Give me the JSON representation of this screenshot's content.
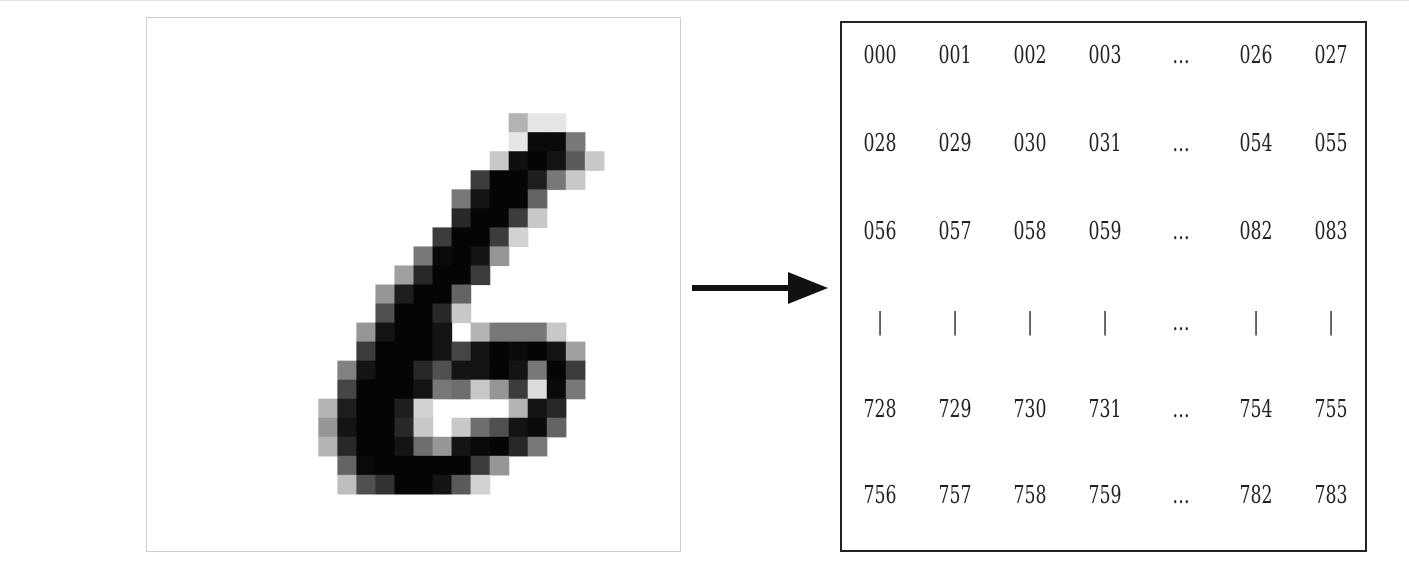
{
  "colors": {
    "background": "#ffffff",
    "ink": "#222222",
    "panel_border": "#cfcfcf"
  },
  "digit_image": {
    "label": "handwritten digit 6",
    "grid_size": 28,
    "pixels": [
      [
        19,
        5,
        179
      ],
      [
        20,
        5,
        230
      ],
      [
        21,
        5,
        230
      ],
      [
        19,
        6,
        230
      ],
      [
        20,
        6,
        10
      ],
      [
        21,
        6,
        10
      ],
      [
        22,
        6,
        120
      ],
      [
        18,
        7,
        200
      ],
      [
        19,
        7,
        15
      ],
      [
        20,
        7,
        5
      ],
      [
        21,
        7,
        20
      ],
      [
        22,
        7,
        90
      ],
      [
        23,
        7,
        200
      ],
      [
        17,
        8,
        60
      ],
      [
        18,
        8,
        5
      ],
      [
        19,
        8,
        5
      ],
      [
        20,
        8,
        30
      ],
      [
        21,
        8,
        120
      ],
      [
        22,
        8,
        200
      ],
      [
        16,
        9,
        120
      ],
      [
        17,
        9,
        20
      ],
      [
        18,
        9,
        5
      ],
      [
        19,
        9,
        5
      ],
      [
        20,
        9,
        100
      ],
      [
        16,
        10,
        40
      ],
      [
        17,
        10,
        5
      ],
      [
        18,
        10,
        5
      ],
      [
        19,
        10,
        60
      ],
      [
        20,
        10,
        200
      ],
      [
        15,
        11,
        60
      ],
      [
        16,
        11,
        5
      ],
      [
        17,
        11,
        5
      ],
      [
        18,
        11,
        60
      ],
      [
        19,
        11,
        210
      ],
      [
        14,
        12,
        120
      ],
      [
        15,
        12,
        10
      ],
      [
        16,
        12,
        5
      ],
      [
        17,
        12,
        20
      ],
      [
        18,
        12,
        150
      ],
      [
        13,
        13,
        160
      ],
      [
        14,
        13,
        40
      ],
      [
        15,
        13,
        5
      ],
      [
        16,
        13,
        5
      ],
      [
        17,
        13,
        60
      ],
      [
        12,
        14,
        150
      ],
      [
        13,
        14,
        30
      ],
      [
        14,
        14,
        5
      ],
      [
        15,
        14,
        5
      ],
      [
        16,
        14,
        100
      ],
      [
        12,
        15,
        80
      ],
      [
        13,
        15,
        5
      ],
      [
        14,
        15,
        5
      ],
      [
        15,
        15,
        40
      ],
      [
        16,
        15,
        200
      ],
      [
        11,
        16,
        150
      ],
      [
        12,
        16,
        20
      ],
      [
        13,
        16,
        5
      ],
      [
        14,
        16,
        5
      ],
      [
        15,
        16,
        20
      ],
      [
        17,
        16,
        180
      ],
      [
        18,
        16,
        120
      ],
      [
        19,
        16,
        120
      ],
      [
        20,
        16,
        120
      ],
      [
        21,
        16,
        200
      ],
      [
        11,
        17,
        60
      ],
      [
        12,
        17,
        5
      ],
      [
        13,
        17,
        5
      ],
      [
        14,
        17,
        5
      ],
      [
        15,
        17,
        20
      ],
      [
        16,
        17,
        70
      ],
      [
        17,
        17,
        20
      ],
      [
        18,
        17,
        5
      ],
      [
        19,
        17,
        10
      ],
      [
        20,
        17,
        5
      ],
      [
        21,
        17,
        20
      ],
      [
        22,
        17,
        160
      ],
      [
        10,
        18,
        130
      ],
      [
        11,
        18,
        20
      ],
      [
        12,
        18,
        5
      ],
      [
        13,
        18,
        5
      ],
      [
        14,
        18,
        40
      ],
      [
        15,
        18,
        80
      ],
      [
        16,
        18,
        20
      ],
      [
        17,
        18,
        20
      ],
      [
        18,
        18,
        5
      ],
      [
        19,
        18,
        20
      ],
      [
        20,
        18,
        120
      ],
      [
        21,
        18,
        5
      ],
      [
        22,
        18,
        60
      ],
      [
        10,
        19,
        70
      ],
      [
        11,
        19,
        5
      ],
      [
        12,
        19,
        5
      ],
      [
        13,
        19,
        5
      ],
      [
        14,
        19,
        20
      ],
      [
        15,
        19,
        120
      ],
      [
        16,
        19,
        110
      ],
      [
        17,
        19,
        200
      ],
      [
        18,
        19,
        150
      ],
      [
        19,
        19,
        60
      ],
      [
        20,
        19,
        220
      ],
      [
        21,
        19,
        10
      ],
      [
        22,
        19,
        120
      ],
      [
        9,
        20,
        180
      ],
      [
        10,
        20,
        30
      ],
      [
        11,
        20,
        5
      ],
      [
        12,
        20,
        5
      ],
      [
        13,
        20,
        30
      ],
      [
        14,
        20,
        210
      ],
      [
        19,
        20,
        180
      ],
      [
        20,
        20,
        20
      ],
      [
        21,
        20,
        40
      ],
      [
        9,
        21,
        150
      ],
      [
        10,
        21,
        20
      ],
      [
        11,
        21,
        5
      ],
      [
        12,
        21,
        5
      ],
      [
        13,
        21,
        40
      ],
      [
        14,
        21,
        200
      ],
      [
        16,
        21,
        200
      ],
      [
        17,
        21,
        110
      ],
      [
        18,
        21,
        80
      ],
      [
        19,
        21,
        20
      ],
      [
        20,
        21,
        10
      ],
      [
        21,
        21,
        100
      ],
      [
        9,
        22,
        180
      ],
      [
        10,
        22,
        40
      ],
      [
        11,
        22,
        5
      ],
      [
        12,
        22,
        5
      ],
      [
        13,
        22,
        20
      ],
      [
        14,
        22,
        110
      ],
      [
        15,
        22,
        150
      ],
      [
        16,
        22,
        20
      ],
      [
        17,
        22,
        10
      ],
      [
        18,
        22,
        5
      ],
      [
        19,
        22,
        40
      ],
      [
        20,
        22,
        120
      ],
      [
        10,
        23,
        100
      ],
      [
        11,
        23,
        10
      ],
      [
        12,
        23,
        5
      ],
      [
        13,
        23,
        5
      ],
      [
        14,
        23,
        5
      ],
      [
        15,
        23,
        5
      ],
      [
        16,
        23,
        5
      ],
      [
        17,
        23,
        60
      ],
      [
        18,
        23,
        150
      ],
      [
        10,
        24,
        190
      ],
      [
        11,
        24,
        80
      ],
      [
        12,
        24,
        50
      ],
      [
        13,
        24,
        5
      ],
      [
        14,
        24,
        5
      ],
      [
        15,
        24,
        20
      ],
      [
        16,
        24,
        90
      ],
      [
        17,
        24,
        210
      ]
    ]
  },
  "index_grid": {
    "rows": [
      [
        "000",
        "001",
        "002",
        "003",
        "…",
        "026",
        "027"
      ],
      [
        "028",
        "029",
        "030",
        "031",
        "…",
        "054",
        "055"
      ],
      [
        "056",
        "057",
        "058",
        "059",
        "…",
        "082",
        "083"
      ],
      [
        "|",
        "|",
        "|",
        "|",
        "…",
        "|",
        "|"
      ],
      [
        "728",
        "729",
        "730",
        "731",
        "…",
        "754",
        "755"
      ],
      [
        "756",
        "757",
        "758",
        "759",
        "…",
        "782",
        "783"
      ]
    ]
  }
}
